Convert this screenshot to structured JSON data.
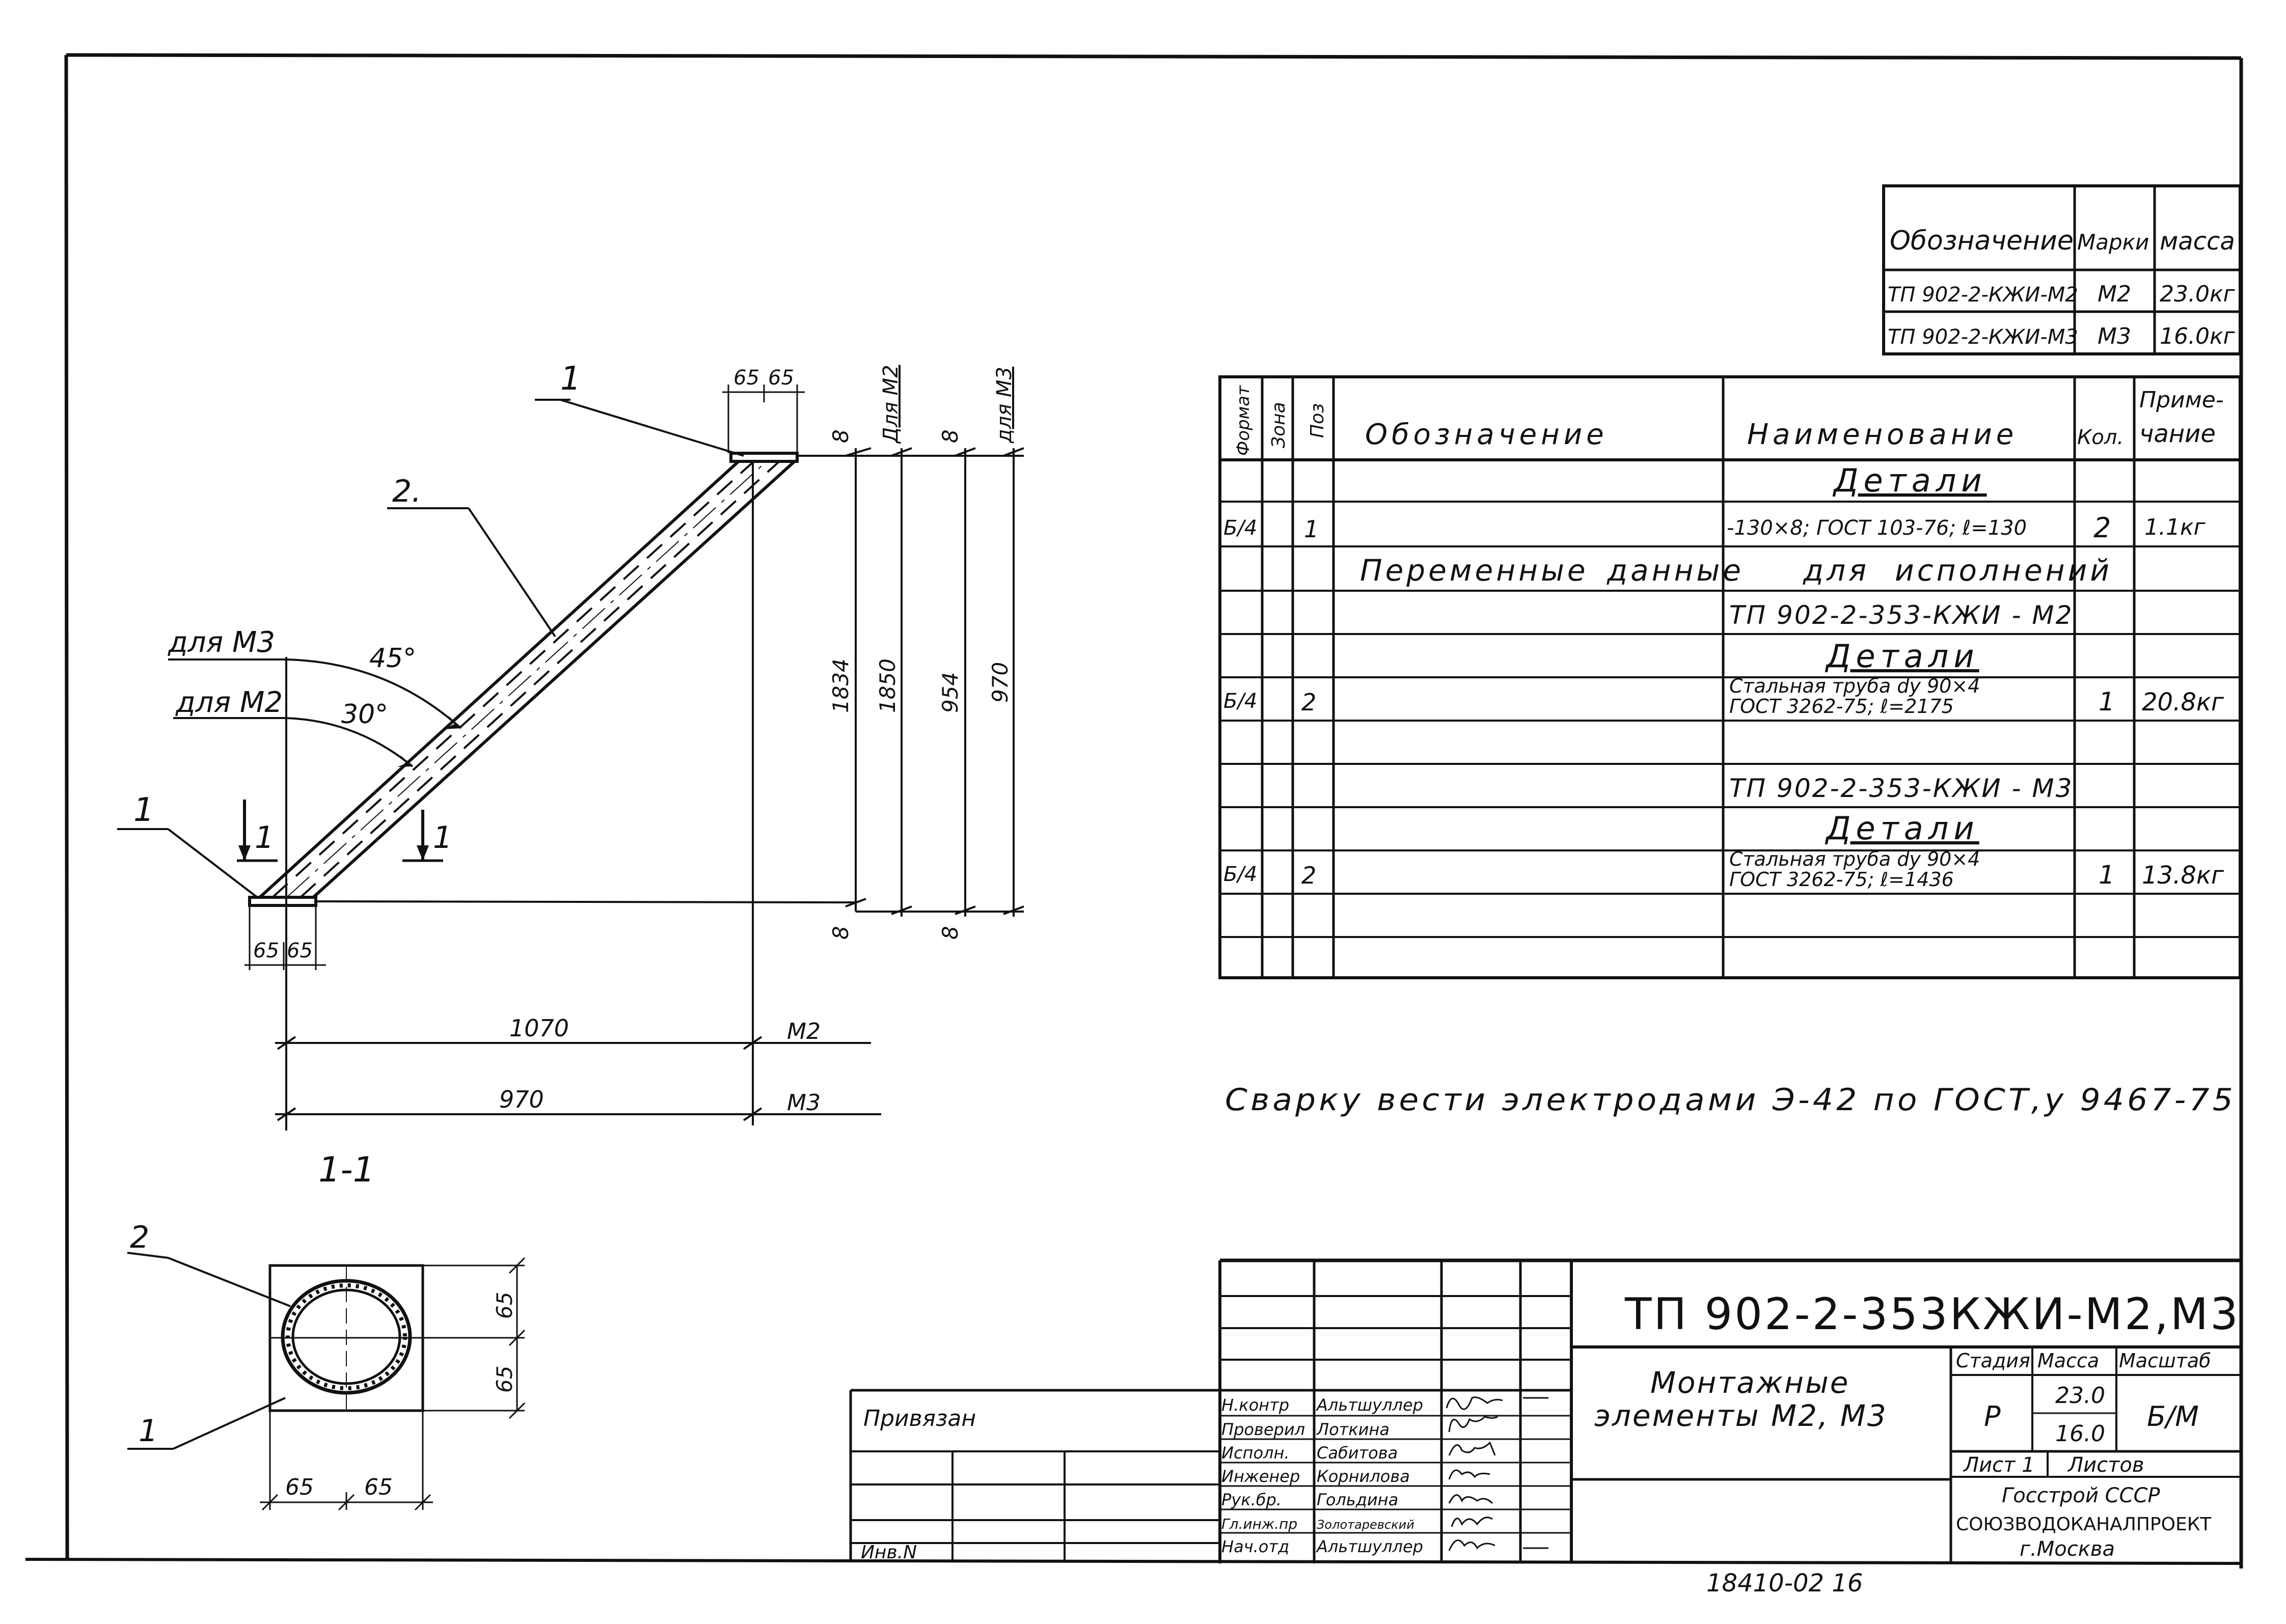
{
  "mass_table": {
    "headers": [
      "Обозначение",
      "Марки",
      "масса"
    ],
    "rows": [
      [
        "ТП 902-2-КЖИ-М2",
        "М2",
        "23.0кг"
      ],
      [
        "ТП 902-2-КЖИ-М3",
        "М3",
        "16.0кг"
      ]
    ]
  },
  "spec_table": {
    "headers": [
      "Формат",
      "Зона",
      "Поз",
      "Обозначение",
      "Наименование",
      "Кол.",
      "Приме-",
      "чание"
    ],
    "section_details": "Детали",
    "row1": {
      "format": "Б/4",
      "pos": "1",
      "name": "-130×8; ГОСТ 103-76; ℓ=130",
      "qty": "2",
      "note": "1.1кг"
    },
    "variable_data": [
      "Переменные",
      "данные",
      "для",
      "исполнений"
    ],
    "variant_m2": "ТП 902-2-353-КЖИ - М2",
    "row2": {
      "format": "Б/4",
      "pos": "2",
      "name1": "Стальная труба dу 90×4",
      "name2": "ГОСТ 3262-75;  ℓ=2175",
      "qty": "1",
      "note": "20.8кг"
    },
    "variant_m3": "ТП 902-2-353-КЖИ - М3",
    "row3": {
      "format": "Б/4",
      "pos": "2",
      "name1": "Стальная труба dу 90×4",
      "name2": "ГОСТ 3262-75;  ℓ=1436",
      "qty": "1",
      "note": "13.8кг"
    }
  },
  "welding_note": "Сварку вести электродами Э-42 по ГОСТ,у 9467-75",
  "drawing": {
    "label_1a": "1",
    "label_1b": "1",
    "label_2": "2.",
    "for_m3": "для М3",
    "for_m2": "для М2",
    "angle_45": "45°",
    "angle_30": "30°",
    "dim_65a": "65",
    "dim_65b": "65",
    "dim_65c": "65",
    "dim_65d": "65",
    "dim_8a": "8",
    "dim_8b": "8",
    "dim_8c": "8",
    "dim_8d": "8",
    "dim_1834": "1834",
    "dim_1850": "1850",
    "dim_954": "954",
    "dim_970v": "970",
    "vert_for_m2": "Для М2",
    "vert_for_m3": "для М3",
    "dim_1070": "1070",
    "m2": "М2",
    "dim_970h": "970",
    "m3": "М3",
    "section_mark": "1",
    "section_title": "1-1",
    "sec_label_2": "2",
    "sec_label_1": "1",
    "sec_65_v1": "65",
    "sec_65_v2": "65",
    "sec_65_h1": "65",
    "sec_65_h2": "65"
  },
  "title_block": {
    "doc_code": "ТП 902-2-353КЖИ-М2,М3",
    "title1": "Монтажные",
    "title2": "элементы М2, М3",
    "stage_h": "Стадия",
    "mass_h": "Масса",
    "scale_h": "Масштаб",
    "stage": "Р",
    "mass1": "23.0",
    "mass2": "16.0",
    "scale": "Б/М",
    "sheet": "Лист 1",
    "sheets": "Листов",
    "org1": "Госстрой СССР",
    "org2": "СОЮЗВОДОКАНАЛПРОЕКТ",
    "org3": "г.Москва",
    "roles": [
      "Н.контр",
      "Проверил",
      "Исполн.",
      "Инженер",
      "Рук.бр.",
      "Гл.инж.пр",
      "Нач.отд"
    ],
    "names": [
      "Альтшуллер",
      "Лоткина",
      "Сабитова",
      "Корнилова",
      "Гольдина",
      "Золотаревский",
      "Альтшуллер"
    ],
    "bound": "Привязан",
    "inv": "Инв.N"
  },
  "bottom_number": "18410-02   16"
}
